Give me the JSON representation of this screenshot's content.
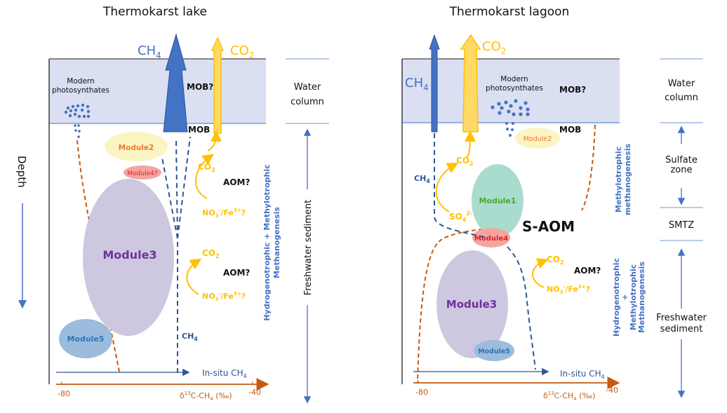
{
  "colors": {
    "water": "#dae0f2",
    "ch4_blue": "#4472c4",
    "ch4_dark": "#2f5597",
    "co2_yellow": "#ffc000",
    "co2_fill": "#ffd966",
    "isotope_orange": "#c55a11",
    "module1": "#a9dccf",
    "module2": "#fbf4c3",
    "module3": "#cdc7e0",
    "module4": "#f4a5a0",
    "module5": "#9bbcdc",
    "zone_line": "#8faadc"
  },
  "left": {
    "title": "Thermokarst lake",
    "ch4_label": "CH",
    "ch4_sub": "4",
    "co2_label": "CO",
    "co2_sub": "2",
    "photosynthates_line1": "Modern",
    "photosynthates_line2": "photosynthates",
    "mob_q": "MOB?",
    "mob": "MOB",
    "module2": "Module2",
    "module4": "Module4?",
    "module3": "Module3",
    "module5": "Module5",
    "aom_upper": "AOM?",
    "aom_lower": "AOM?",
    "co2_small": "CO",
    "no3_label": "NO",
    "no3_rest": "/Fe",
    "fe_sup": "3+",
    "q": "?",
    "ch4_small": "CH",
    "insitu": "In-situ CH",
    "isotope_axis": "δ",
    "isotope_sup": "13",
    "isotope_rest": "C-CH",
    "isotope_unit": " (‰)",
    "tick_min": "-80",
    "tick_max": "-40",
    "methanogenesis_line1": "Hydrogenotrophic + Methylotrophic",
    "methanogenesis_line2": "Methanogenesis",
    "depth": "Depth",
    "zone_water_1": "Water",
    "zone_water_2": "column",
    "zone_sediment": "Freshwater sediment"
  },
  "right": {
    "title": "Thermokarst lagoon",
    "ch4_label": "CH",
    "ch4_sub": "4",
    "co2_label": "CO",
    "co2_sub": "2",
    "photosynthates_line1": "Modern",
    "photosynthates_line2": "photosynthates",
    "mob_q": "MOB?",
    "mob": "MOB",
    "module1": "Module1",
    "module2": "Module2",
    "module3": "Module3",
    "module4": "Module4",
    "module5": "Module5",
    "saom": "S-AOM",
    "aom": "AOM?",
    "so4": "SO",
    "so4_sup": "2-",
    "ch4_small": "CH",
    "insitu": "In-situ CH",
    "tick_min": "-80",
    "tick_max": "-40",
    "methylo_line1": "Methylotrophic",
    "methylo_line2": "methanogenesis",
    "hydro_line1": "Hydrogenotrophic",
    "hydro_line2": "+",
    "hydro_line3": "Methylotrophic",
    "hydro_line4": "Methanogenesis",
    "zone_water_1": "Water",
    "zone_water_2": "column",
    "zone_sulfate_1": "Sulfate",
    "zone_sulfate_2": "zone",
    "zone_smtz": "SMTZ",
    "zone_fresh_1": "Freshwater",
    "zone_fresh_2": "sediment"
  }
}
